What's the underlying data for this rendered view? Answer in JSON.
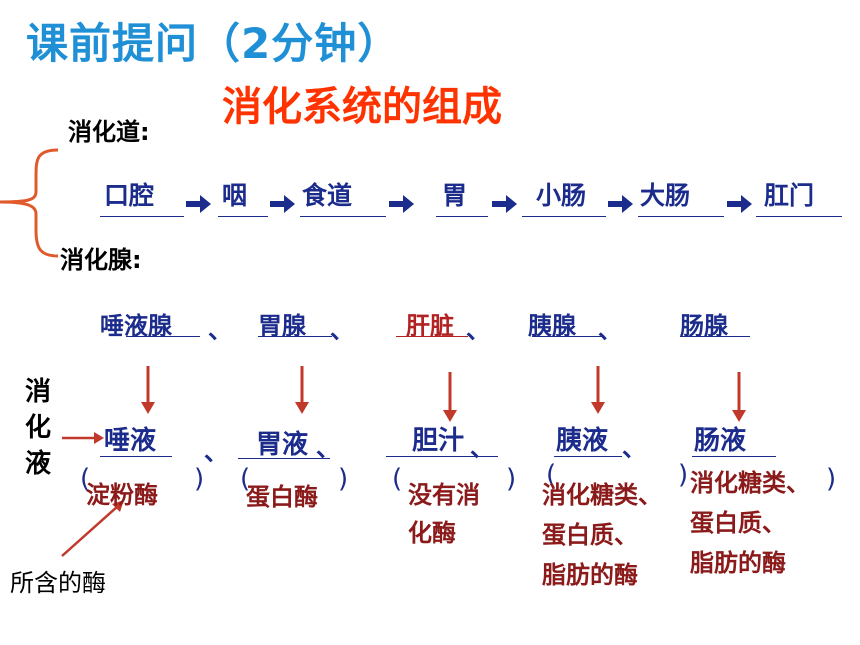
{
  "title": "课前提问（2分钟）",
  "subtitle": "消化系统的组成",
  "labels": {
    "tract": "消化道:",
    "glands": "消化腺:",
    "juice_vertical": "消化液",
    "enzymes": "所含的酶"
  },
  "tract_organs": [
    "口腔",
    "咽",
    "食道",
    "胃",
    "小肠",
    "大肠",
    "肛门"
  ],
  "glands": [
    "唾液腺",
    "胃腺",
    "肝脏",
    "胰腺",
    "肠腺"
  ],
  "gland_separator": "、",
  "juices": [
    "唾液",
    "胃液",
    "胆汁",
    "胰液",
    "肠液"
  ],
  "enzymes": {
    "saliva": "淀粉酶",
    "gastric": "蛋白酶",
    "bile_line1": "没有消",
    "bile_line2": "化酶",
    "pancreatic_line1": "消化糖类、",
    "pancreatic_line2": "蛋白质、",
    "pancreatic_line3": "脂肪的酶",
    "intestinal_line1": "消化糖类、",
    "intestinal_line2": "蛋白质、",
    "intestinal_line3": "脂肪的酶"
  },
  "colors": {
    "title": "#1f8fd6",
    "subtitle": "#ff3300",
    "content_blue": "#1c2c8c",
    "enzyme_red": "#8b1a1a",
    "arrow_red": "#c0392b",
    "brace": "#e05a2b"
  }
}
